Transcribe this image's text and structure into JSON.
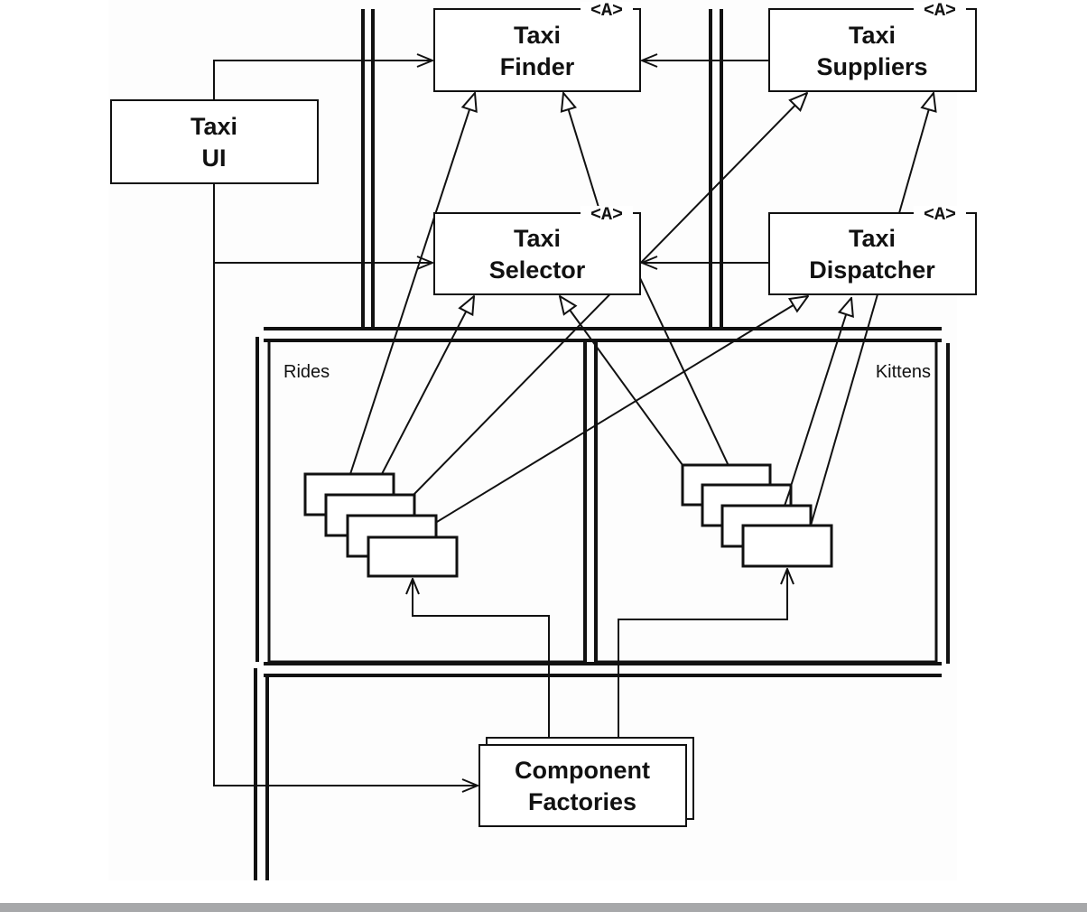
{
  "diagram": {
    "type": "component-dependency-diagram",
    "stereotype_marker": "<A>",
    "components": [
      {
        "id": "taxi-finder",
        "lines": [
          "Taxi",
          "Finder"
        ],
        "abstract": true
      },
      {
        "id": "taxi-suppliers",
        "lines": [
          "Taxi",
          "Suppliers"
        ],
        "abstract": true
      },
      {
        "id": "taxi-ui",
        "lines": [
          "Taxi",
          "UI"
        ],
        "abstract": false
      },
      {
        "id": "taxi-selector",
        "lines": [
          "Taxi",
          "Selector"
        ],
        "abstract": true
      },
      {
        "id": "taxi-dispatcher",
        "lines": [
          "Taxi",
          "Dispatcher"
        ],
        "abstract": true
      },
      {
        "id": "component-factories",
        "lines": [
          "Component",
          "Factories"
        ],
        "abstract": false,
        "stacked": true
      }
    ],
    "packages": [
      {
        "id": "rides",
        "label": "Rides",
        "implementation_count": 4
      },
      {
        "id": "kittens",
        "label": "Kittens",
        "implementation_count": 4
      }
    ],
    "relations": [
      {
        "from": "taxi-ui",
        "to": "taxi-finder",
        "kind": "uses"
      },
      {
        "from": "taxi-ui",
        "to": "taxi-selector",
        "kind": "uses"
      },
      {
        "from": "taxi-ui",
        "to": "component-factories",
        "kind": "uses"
      },
      {
        "from": "taxi-suppliers",
        "to": "taxi-finder",
        "kind": "uses"
      },
      {
        "from": "taxi-dispatcher",
        "to": "taxi-selector",
        "kind": "uses"
      },
      {
        "from": "taxi-selector",
        "to": "taxi-finder",
        "kind": "implements"
      },
      {
        "from": "taxi-dispatcher",
        "to": "taxi-suppliers",
        "kind": "implements"
      },
      {
        "from": "rides",
        "to": "taxi-finder",
        "kind": "implements"
      },
      {
        "from": "rides",
        "to": "taxi-selector",
        "kind": "implements"
      },
      {
        "from": "rides",
        "to": "taxi-suppliers",
        "kind": "implements"
      },
      {
        "from": "rides",
        "to": "taxi-dispatcher",
        "kind": "implements"
      },
      {
        "from": "kittens",
        "to": "taxi-selector",
        "kind": "implements"
      },
      {
        "from": "kittens",
        "to": "taxi-dispatcher",
        "kind": "implements"
      },
      {
        "from": "component-factories",
        "to": "rides",
        "kind": "creates"
      },
      {
        "from": "component-factories",
        "to": "kittens",
        "kind": "creates"
      }
    ]
  },
  "colors": {
    "ink": "#111111",
    "background": "#ffffff",
    "footer": "#a7a8aa"
  }
}
